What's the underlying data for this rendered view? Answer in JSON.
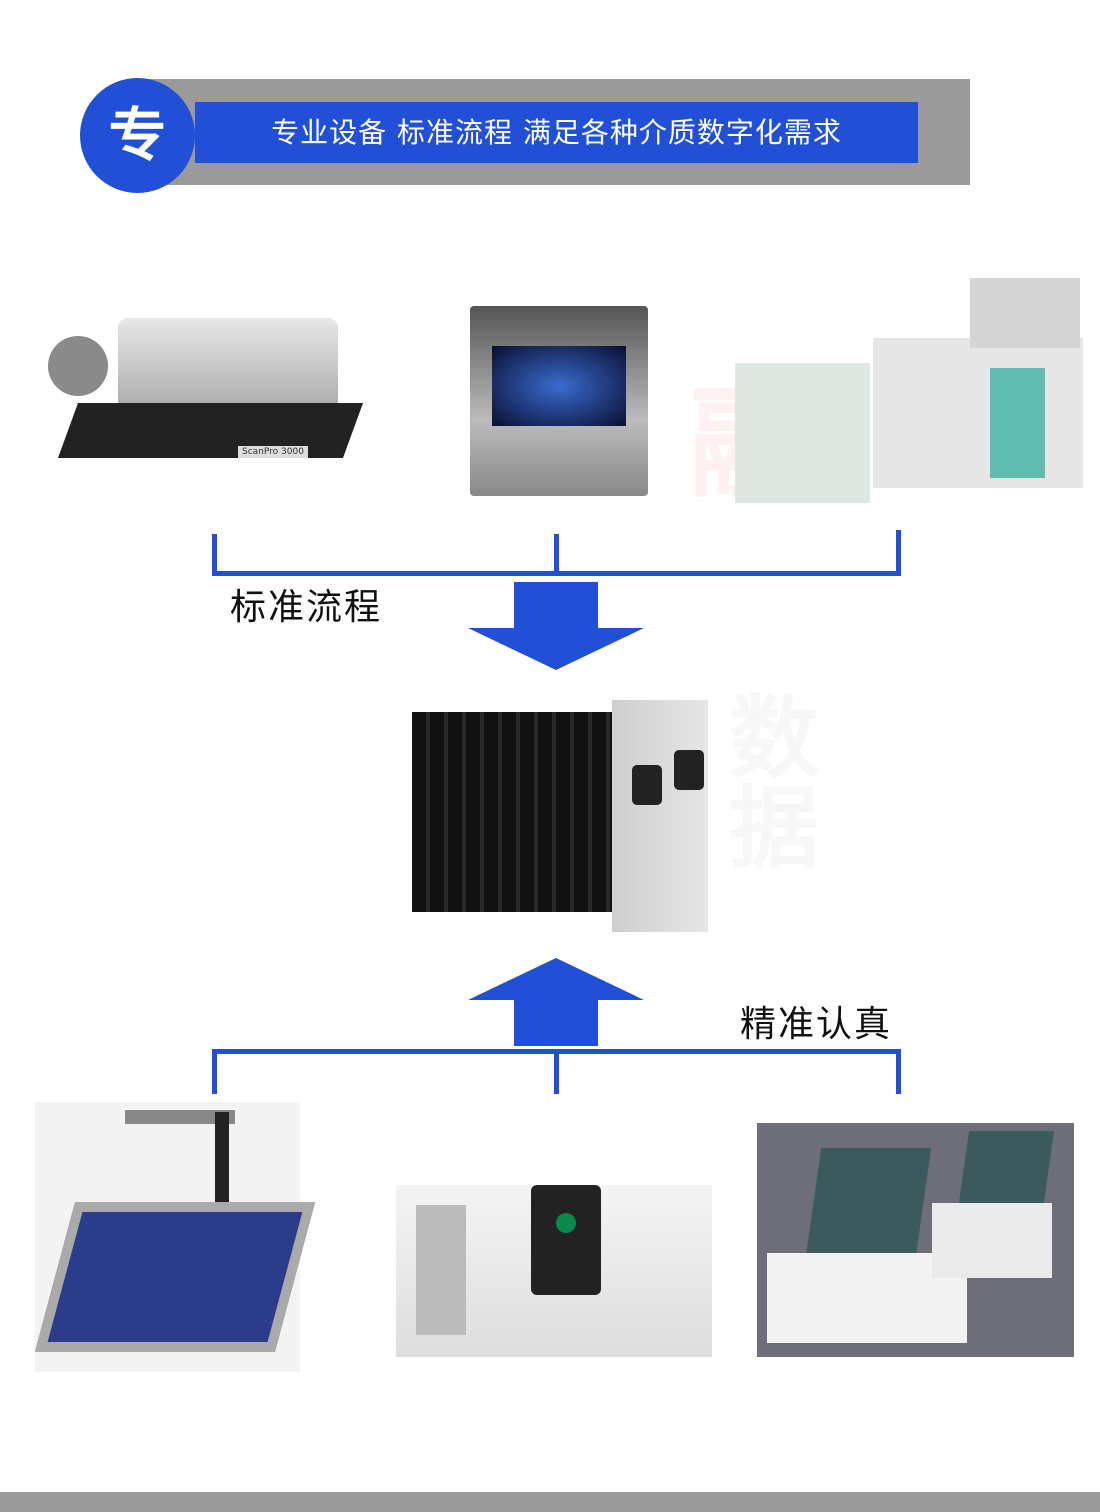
{
  "header": {
    "badge": "专",
    "title": "专业设备  标准流程  满足各种介质数字化需求"
  },
  "labels": {
    "top": "标准流程",
    "bottom": "精准认真"
  },
  "devices": {
    "microfilm_scanner_model": "ScanPro 3000"
  },
  "colors": {
    "accent": "#2150d6",
    "band": "#9a9a9a"
  }
}
